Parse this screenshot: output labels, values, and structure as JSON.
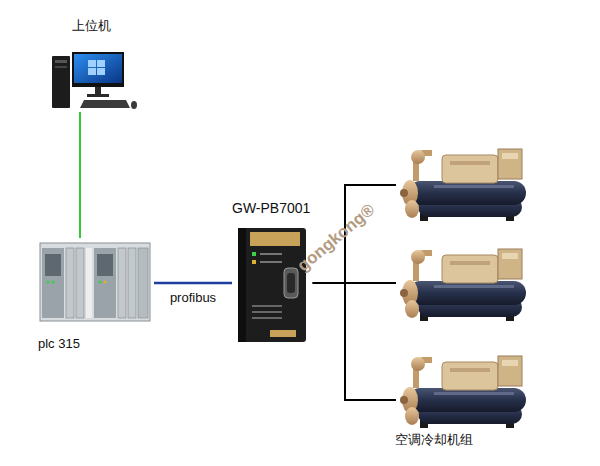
{
  "diagram": {
    "nodes": [
      {
        "text": [
          "上位机"
        ]
      },
      {
        "text": [
          "plc 315"
        ]
      },
      {
        "text": [
          "GW-PB7001"
        ]
      },
      {
        "text": [
          "空调冷却机组"
        ]
      }
    ],
    "edges": [
      {
        "from": 0,
        "to": 1,
        "arrow": "none"
      },
      {
        "from": 1,
        "to": 2,
        "label": "profibus",
        "arrow": "none"
      },
      {
        "from": 2,
        "to": 3,
        "arrow": "none"
      }
    ],
    "labels": [
      "gongkong®"
    ]
  }
}
